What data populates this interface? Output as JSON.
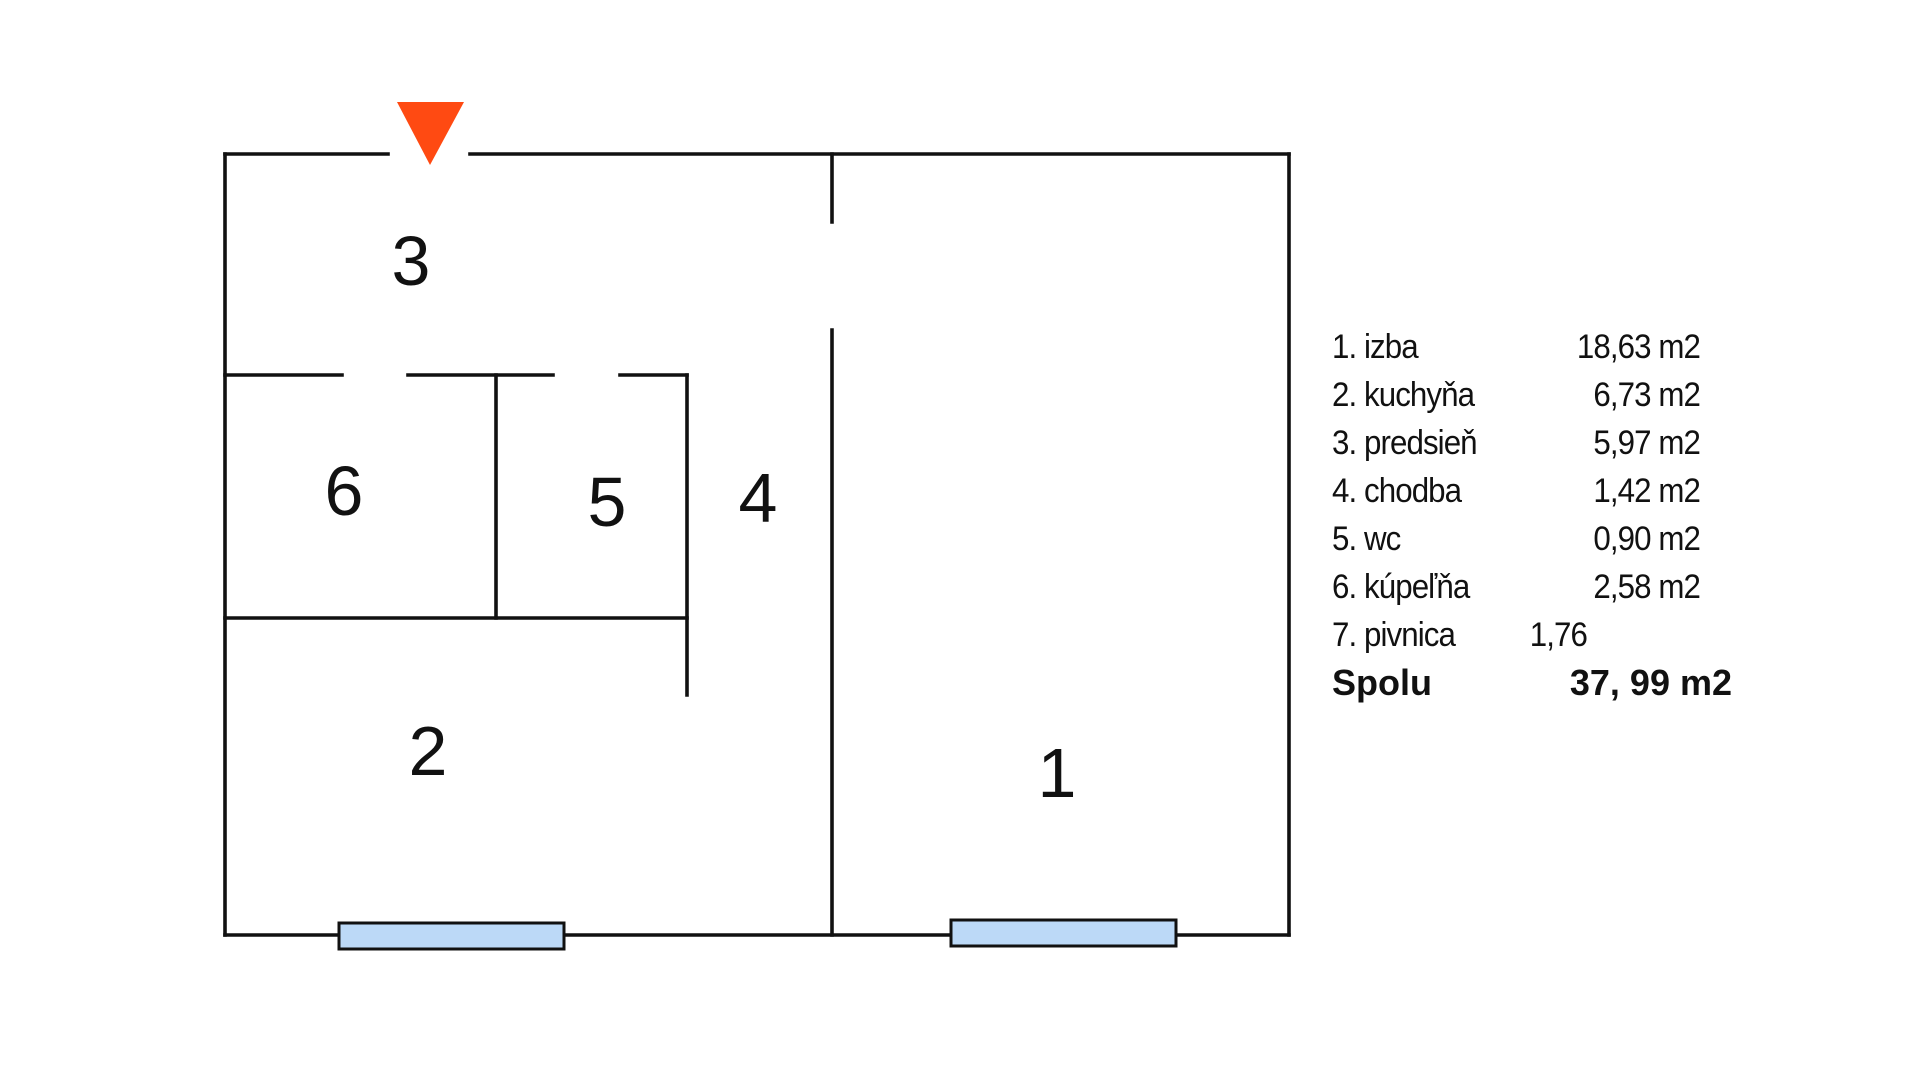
{
  "colors": {
    "wall": "#111111",
    "window_fill": "#bcd9f7",
    "entrance_marker": "#ff4a12",
    "background": "#ffffff"
  },
  "icons": {
    "entrance": "entrance-triangle-icon",
    "window": "window-icon"
  },
  "rooms": [
    {
      "number": "1"
    },
    {
      "number": "2"
    },
    {
      "number": "3"
    },
    {
      "number": "4"
    },
    {
      "number": "5"
    },
    {
      "number": "6"
    }
  ],
  "legend": {
    "items": [
      {
        "label": "1. izba",
        "area": "18,63 m2"
      },
      {
        "label": "2. kuchyňa",
        "area": "6,73 m2"
      },
      {
        "label": "3. predsieň",
        "area": "5,97 m2"
      },
      {
        "label": "4. chodba",
        "area": "1,42 m2"
      },
      {
        "label": "5. wc",
        "area": "0,90 m2"
      },
      {
        "label": "6. kúpeľňa",
        "area": "2,58 m2"
      },
      {
        "label": "7. pivnica",
        "area": "1,76"
      }
    ],
    "total": {
      "label": "Spolu",
      "area": "37, 99 m2"
    }
  }
}
